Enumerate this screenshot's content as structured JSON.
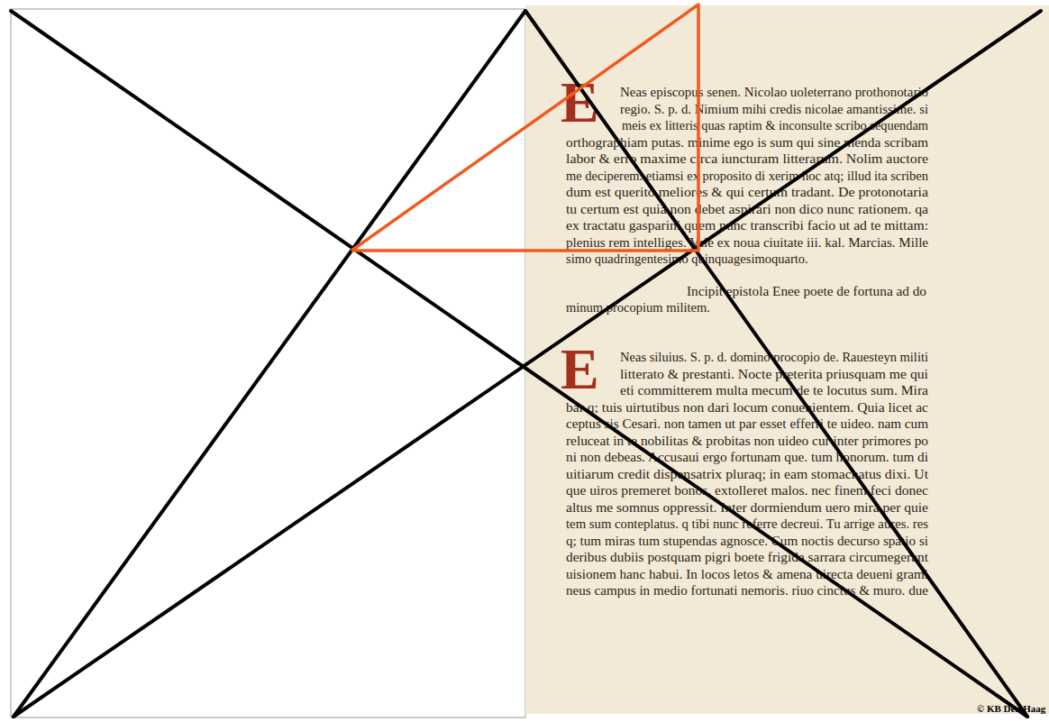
{
  "diagram": {
    "labels": [
      "E",
      "Neas episcopus senen. Nicolao uoleterrano prothonotario",
      "regio. S. p. d. Nimium mihi credis nicolae amantissime. si",
      "meis ex litteris quas raptim & inconsulte scribo sequendam",
      "orthographiam putas. minime ego is sum qui sine menda scribam",
      "labor & erro maxime circa iuncturam litterarum. Nolim auctore",
      "me deciperem. etiamsi ex proposito di xerim hoc atq; illud ita scriben",
      "dum est querito meliores & qui certum tradant. De protonotaria",
      "tu certum est quia non debet aspirari non dico nunc rationem. qa",
      "ex tractatu gasparini quem nunc transcribi facio ut ad te mittam:",
      "plenius rem intelliges. Vale ex noua ciuitate iii. kal. Marcias. Mille",
      "simo quadringentesimo quinquagesimoquarto.",
      "Incipit epistola Enee poete de fortuna ad do",
      "minum procopium militem.",
      "E",
      "Neas siluius. S. p. d. domino procopio de. Rauesteyn militi",
      "litterato & prestanti. Nocte preterita priusquam me qui",
      "eti committerem multa mecum de te locutus sum. Mira",
      "bar q; tuis uirtutibus non dari locum conuenientem. Quia licet ac",
      "ceptus sis Cesari. non tamen ut par esset efferri te uideo. nam cum",
      "reluceat in te nobilitas & probitas non uideo cur inter primores po",
      "ni non debeas. Accusaui ergo fortunam que. tum honorum. tum di",
      "uitiarum credit dispensatrix pluraq; in eam stomachatus dixi. Ut",
      "que uiros premeret bonos. extolleret malos. nec finem feci donec",
      "altus me somnus oppressit. Inter dormiendum uero mira per quie",
      "tem sum conteplatus. q tibi nunc referre decreui. Tu arrige aures. res",
      "q; tum miras tum stupendas agnosce. Cum noctis decurso spatio si",
      "deribus dubiis postquam pigri boete frigida sarrara circumegerant",
      "uisionem hanc habui. In locos letos & amena uirecta deueni grami",
      "neus campus in medio fortunati nemoris. riuo cinctus & muro. due",
      "© KB Den Haag"
    ]
  }
}
